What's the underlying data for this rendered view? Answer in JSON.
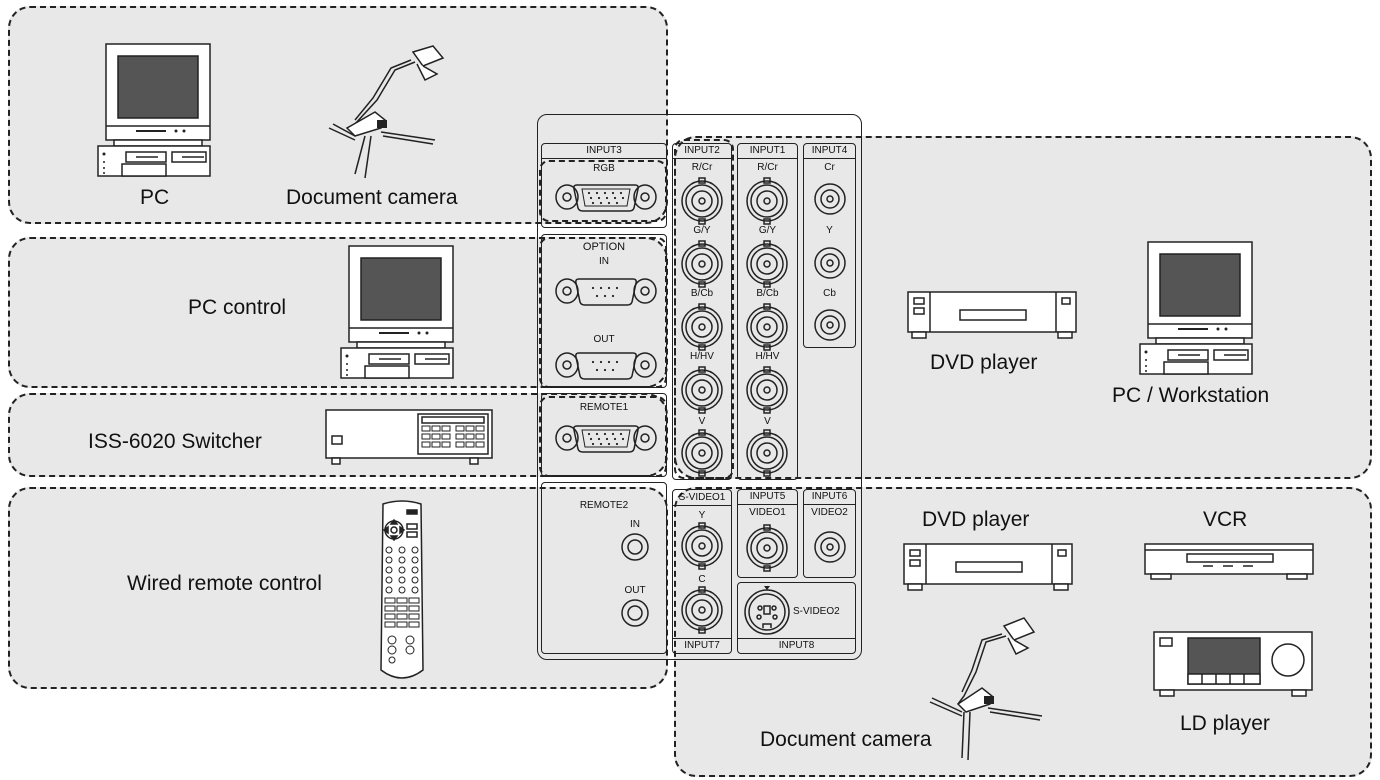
{
  "devices": {
    "pc": "PC",
    "doc_camera_top": "Document camera",
    "pc_control": "PC control",
    "switcher": "ISS-6020 Switcher",
    "wired_remote": "Wired remote control",
    "dvd_player_right": "DVD player",
    "pc_workstation": "PC / Workstation",
    "dvd_player_bottom": "DVD player",
    "vcr": "VCR",
    "ld_player": "LD player",
    "doc_camera_bottom": "Document camera"
  },
  "panel": {
    "input3": "INPUT3",
    "rgb": "RGB",
    "option": "OPTION",
    "option_in": "IN",
    "option_out": "OUT",
    "remote1": "REMOTE1",
    "remote2": "REMOTE2",
    "remote2_in": "IN",
    "remote2_out": "OUT",
    "input2": "INPUT2",
    "input1": "INPUT1",
    "input4": "INPUT4",
    "rcr": "R/Cr",
    "gy": "G/Y",
    "bcb": "B/Cb",
    "hhv": "H/HV",
    "v": "V",
    "cr": "Cr",
    "y": "Y",
    "cb": "Cb",
    "svideo1": "S-VIDEO1",
    "svideo1_y": "Y",
    "svideo1_c": "C",
    "input7": "INPUT7",
    "input5": "INPUT5",
    "video1": "VIDEO1",
    "input6": "INPUT6",
    "video2": "VIDEO2",
    "svideo2": "S-VIDEO2",
    "input8": "INPUT8"
  }
}
